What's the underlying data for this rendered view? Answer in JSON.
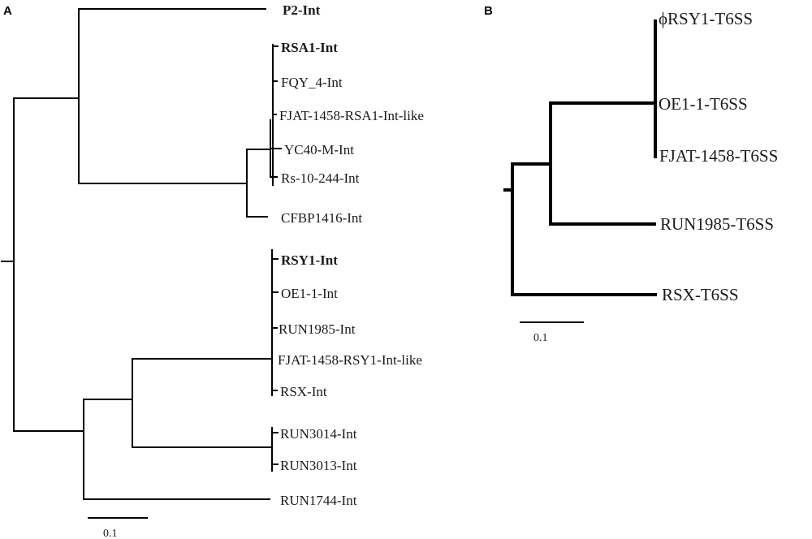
{
  "panel_a": {
    "label": "A",
    "leaves": [
      {
        "name": "P2-Int",
        "style": "bold",
        "color": "#e0473c"
      },
      {
        "name": "RSA1-Int",
        "style": "bold",
        "color": "#111111"
      },
      {
        "name": "FQY_4-Int",
        "style": "normal",
        "color": "#1a1a1a"
      },
      {
        "name": "FJAT-1458-RSA1-Int-like",
        "style": "normal",
        "color": "#1f3a8a"
      },
      {
        "name": "YC40-M-Int",
        "style": "normal",
        "color": "#1a1a1a"
      },
      {
        "name": "Rs-10-244-Int",
        "style": "normal",
        "color": "#1a1a1a"
      },
      {
        "name": "CFBP1416-Int",
        "style": "normal",
        "color": "#1a1a1a"
      },
      {
        "name": "RSY1-Int",
        "style": "bold",
        "color": "#111111"
      },
      {
        "name": "OE1-1-Int",
        "style": "normal",
        "color": "#1a1a1a"
      },
      {
        "name": "RUN1985-Int",
        "style": "normal",
        "color": "#1a1a1a"
      },
      {
        "name": "FJAT-1458-RSY1-Int-like",
        "style": "normal",
        "color": "#1f3a8a"
      },
      {
        "name": "RSX-Int",
        "style": "normal",
        "color": "#1a1a1a"
      },
      {
        "name": "RUN3014-Int",
        "style": "normal",
        "color": "#1a1a1a"
      },
      {
        "name": "RUN3013-Int",
        "style": "normal",
        "color": "#1a1a1a"
      },
      {
        "name": "RUN1744-Int",
        "style": "normal",
        "color": "#1a1a1a"
      }
    ],
    "scale_bar": {
      "label": "0.1"
    }
  },
  "panel_b": {
    "label": "B",
    "leaves": [
      {
        "name": "ϕRSY1-T6SS"
      },
      {
        "name": "OE1-1-T6SS"
      },
      {
        "name": "FJAT-1458-T6SS"
      },
      {
        "name": "RUN1985-T6SS"
      },
      {
        "name": "RSX-T6SS"
      }
    ],
    "scale_bar": {
      "label": "0.1"
    }
  }
}
